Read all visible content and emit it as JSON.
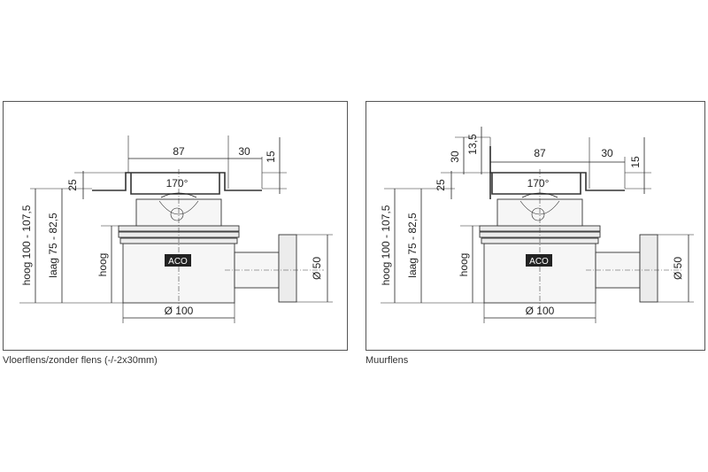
{
  "colors": {
    "line": "#222222",
    "frame": "#555555",
    "fill": "#f6f6f6"
  },
  "left": {
    "caption": "Vloerflens/zonder flens (-/-2x30mm)",
    "dim_87": "87",
    "dim_30": "30",
    "dim_15": "15",
    "dim_25": "25",
    "angle": "170°",
    "dim_hoog_range": "hoog 100 - 107,5",
    "dim_laag_range": "laag 75 - 82,5",
    "dim_hoog": "hoog",
    "dim_d100": "Ø 100",
    "dim_d50": "Ø 50",
    "logo": "ACO"
  },
  "right": {
    "caption": "Muurflens",
    "dim_30_vert": "30",
    "dim_13_5": "13,5",
    "dim_87": "87",
    "dim_30": "30",
    "dim_15": "15",
    "dim_25": "25",
    "angle": "170°",
    "dim_hoog_range": "hoog 100 - 107,5",
    "dim_laag_range": "laag 75 - 82,5",
    "dim_hoog": "hoog",
    "dim_d100": "Ø 100",
    "dim_d50": "Ø 50",
    "logo": "ACO"
  }
}
